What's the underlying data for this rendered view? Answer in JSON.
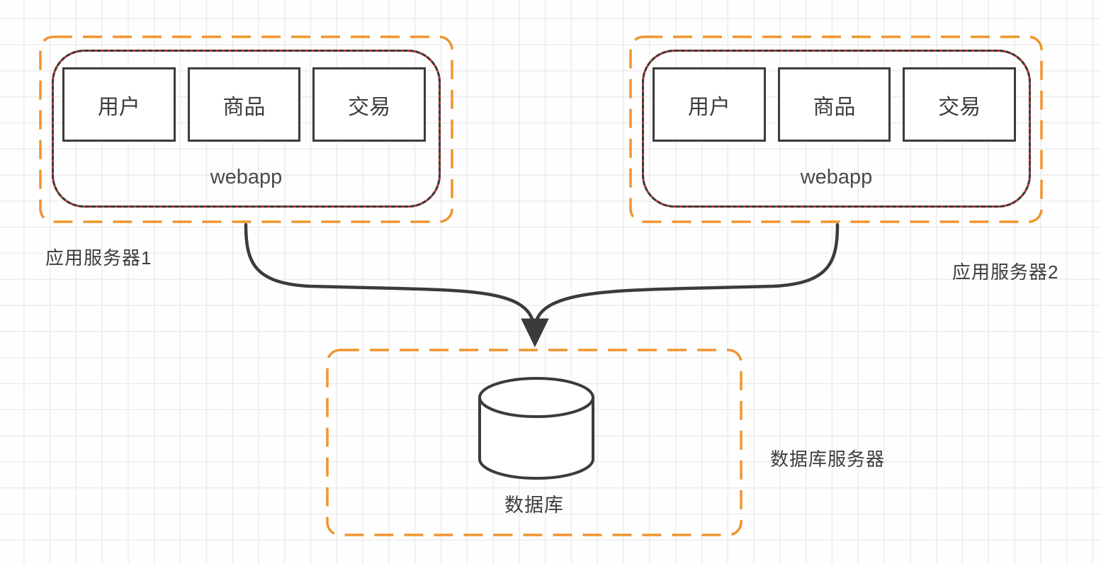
{
  "diagram": {
    "app_servers": [
      {
        "label": "应用服务器1",
        "container": "webapp",
        "modules": [
          "用户",
          "商品",
          "交易"
        ]
      },
      {
        "label": "应用服务器2",
        "container": "webapp",
        "modules": [
          "用户",
          "商品",
          "交易"
        ]
      }
    ],
    "database_server": {
      "label": "数据库服务器",
      "node": "数据库"
    }
  },
  "colors": {
    "orange": "#F0952F",
    "dark": "#3B3B3B",
    "red": "#BE3A34",
    "grid": "#ECECEC",
    "text": "#3D3D3D"
  }
}
